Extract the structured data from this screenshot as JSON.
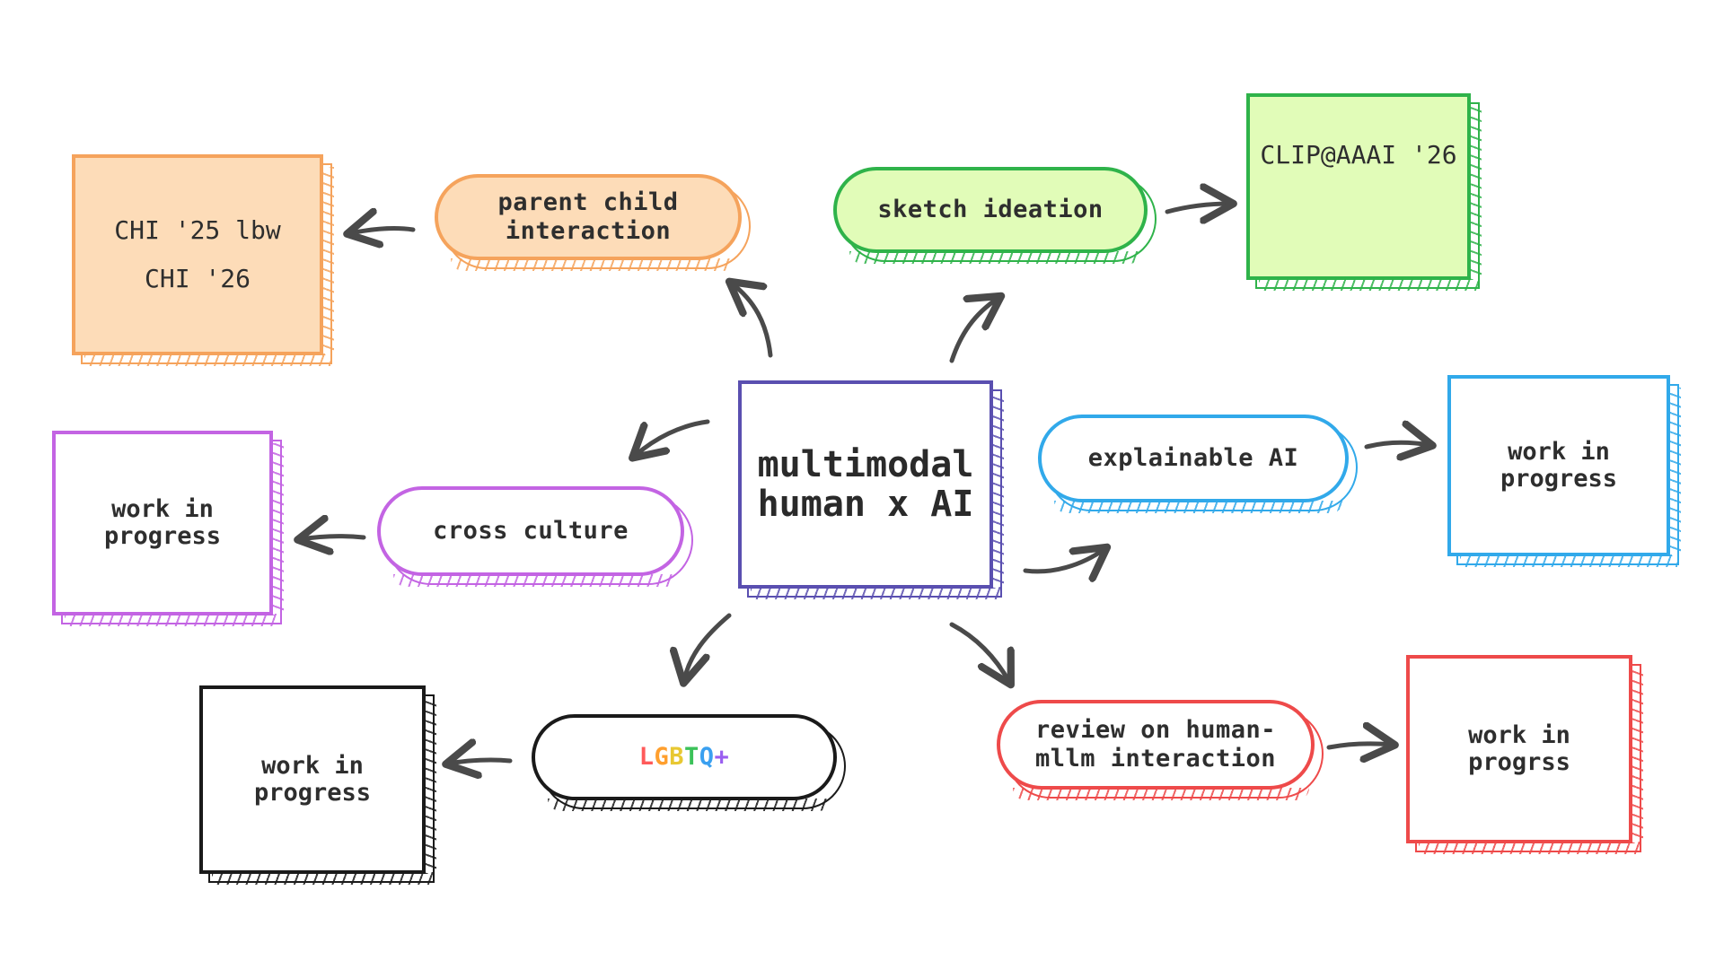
{
  "colors": {
    "orange": "#f5a35c",
    "orange_fill": "#fddcb8",
    "green": "#2fb34a",
    "green_fill": "#e1fcb8",
    "purple": "#c364e3",
    "blue": "#31a9ea",
    "black": "#1a1a1a",
    "red": "#ee4a4a",
    "center": "#5a4fb0",
    "arrow": "#4a4a4a"
  },
  "center": {
    "line1": "multimodal",
    "line2": "human x AI"
  },
  "topics": {
    "parent_child": {
      "line1": "parent child",
      "line2": "interaction"
    },
    "sketch": {
      "label": "sketch ideation"
    },
    "cross_culture": {
      "label": "cross culture"
    },
    "explainable": {
      "label": "explainable AI"
    },
    "lgbtq": {
      "label": "LGBTQ+"
    },
    "review": {
      "line1": "review on human-",
      "line2": "mllm interaction"
    }
  },
  "outputs": {
    "parent_child": {
      "line1": "CHI '25 lbw",
      "line2": "CHI '26"
    },
    "sketch": {
      "label": "CLIP@AAAI '26"
    },
    "cross_culture": {
      "line1": "work in",
      "line2": "progress"
    },
    "explainable": {
      "line1": "work in",
      "line2": "progress"
    },
    "lgbtq": {
      "line1": "work in",
      "line2": "progress"
    },
    "review": {
      "line1": "work in",
      "line2": "progrss"
    }
  },
  "rainbow_colors": [
    "#ff5a5a",
    "#ff9f2e",
    "#e8c832",
    "#3cc25a",
    "#3aa0f0",
    "#9a5ef0"
  ]
}
